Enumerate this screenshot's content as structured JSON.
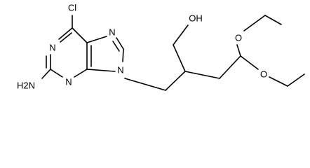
{
  "molecule": {
    "atom_labels": {
      "chlorine": "Cl",
      "amino": "H2N",
      "hydroxyl": "OH",
      "ring_n1": "N",
      "ring_n3": "N",
      "ring_n7": "N",
      "ring_n9": "N",
      "ether_o_upper": "O",
      "ether_o_lower": "O"
    }
  }
}
